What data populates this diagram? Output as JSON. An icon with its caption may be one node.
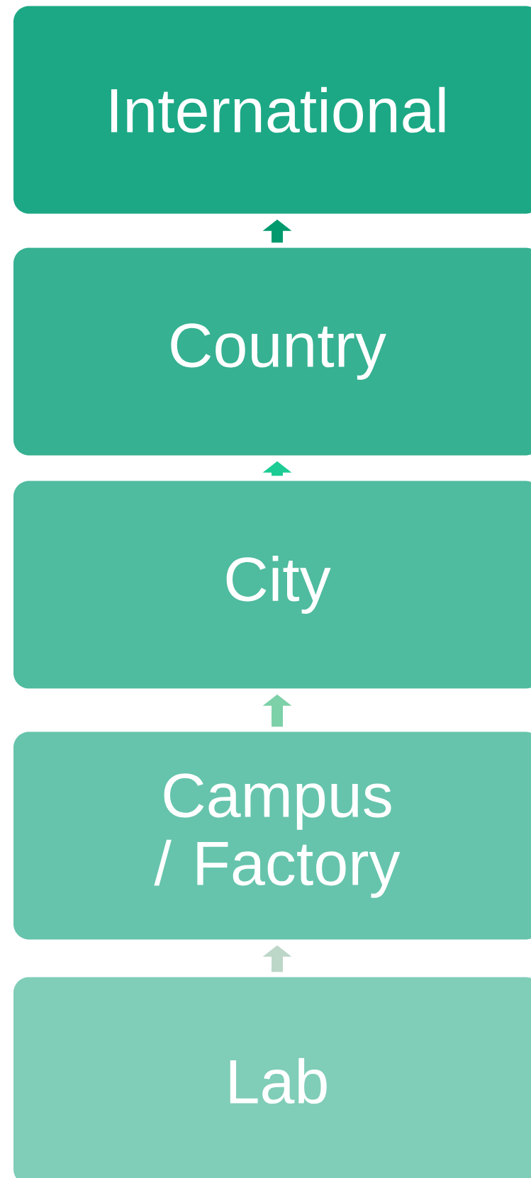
{
  "diagram": {
    "nodes": [
      {
        "text": [
          "International"
        ]
      },
      {
        "text": [
          "Country"
        ]
      },
      {
        "text": [
          "City"
        ]
      },
      {
        "text": [
          "Campus / Factory"
        ]
      },
      {
        "text": [
          "Lab"
        ]
      }
    ],
    "edges": [
      {
        "from": 1,
        "to": 0,
        "arrow": "to",
        "color": "#009a6e"
      },
      {
        "from": 2,
        "to": 1,
        "arrow": "to",
        "color": "#1dcc94"
      },
      {
        "from": 3,
        "to": 2,
        "arrow": "to",
        "color": "#7dd1a8"
      },
      {
        "from": 4,
        "to": 3,
        "arrow": "to",
        "color": "#bcd6c8"
      }
    ]
  }
}
